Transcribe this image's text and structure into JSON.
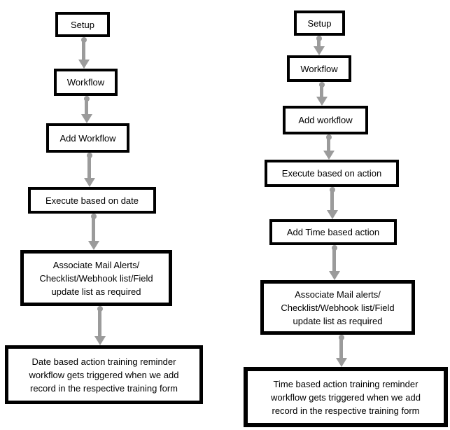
{
  "diagram": {
    "left_flow": {
      "steps": [
        "Setup",
        "Workflow",
        "Add Workflow",
        "Execute based on date",
        "Associate Mail Alerts/\nChecklist/Webhook list/Field\nupdate list as required",
        "Date based action training reminder\nworkflow gets triggered when we add\nrecord in the respective training form"
      ]
    },
    "right_flow": {
      "steps": [
        "Setup",
        "Workflow",
        "Add workflow",
        "Execute based on action",
        "Add Time based action",
        "Associate Mail alerts/\nChecklist/Webhook list/Field\nupdate list as required",
        "Time based action training reminder\nworkflow gets triggered when we add\nrecord in the respective training form"
      ]
    }
  },
  "colors": {
    "box_border": "#000000",
    "box_fill": "#ffffff",
    "arrow": "#9b9b9b",
    "text": "#000000",
    "background": "#ffffff"
  }
}
